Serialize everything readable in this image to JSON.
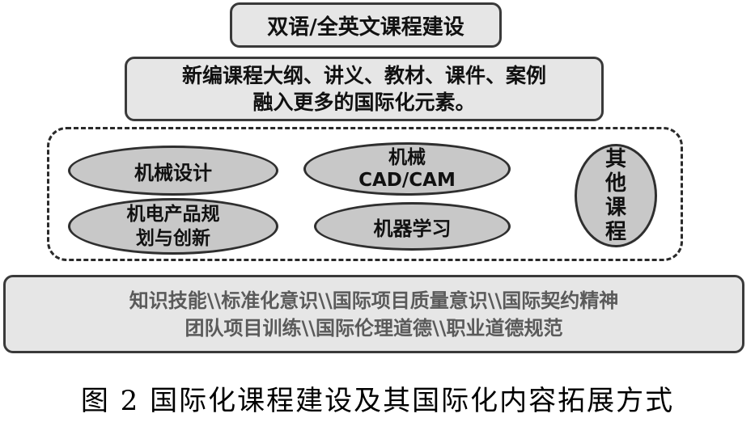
{
  "top_box": {
    "text": "双语/全英文课程建设"
  },
  "middle_box": {
    "line1": "新编课程大纲、讲义、教材、课件、案例",
    "line2": "融入更多的国际化元素。"
  },
  "courses": {
    "c1": "机械设计",
    "c2_line1": "机电产品规",
    "c2_line2": "划与创新",
    "c3_line1": "机械",
    "c3_line2": "CAD/CAM",
    "c4": "机器学习",
    "other": [
      "其",
      "他",
      "课",
      "程"
    ]
  },
  "bottom_box": {
    "line1": "知识技能\\\\标准化意识\\\\国际项目质量意识\\\\国际契约精神",
    "line2": "团队项目训练\\\\国际伦理道德\\\\职业道德规范"
  },
  "caption": "图 2  国际化课程建设及其国际化内容拓展方式",
  "colors": {
    "box_fill": "#e6e6e6",
    "oval_fill": "#c8c8c8",
    "bottom_text": "#5a5a5a"
  }
}
